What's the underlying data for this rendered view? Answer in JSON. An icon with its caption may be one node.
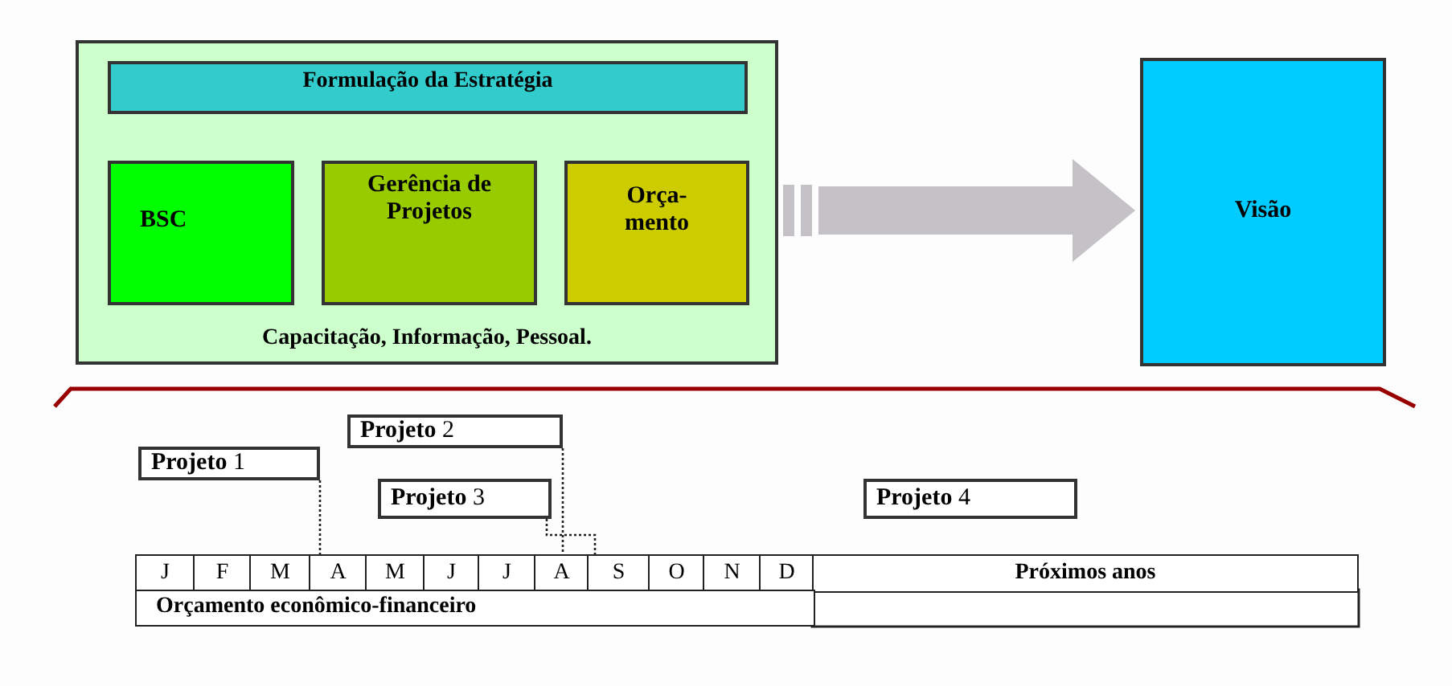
{
  "diagram": {
    "nodes": [
      {
        "text": [
          "Capacitação, Informação, Pessoal."
        ]
      },
      {
        "text": [
          "Formulação da Estratégia"
        ],
        "in": 0
      },
      {
        "text": [
          "BSC"
        ],
        "in": 0
      },
      {
        "text": [
          "Gerência de Projetos"
        ],
        "in": 0
      },
      {
        "text": [
          "Orça- mento"
        ],
        "in": 0
      },
      {
        "text": [
          "Visão"
        ]
      },
      {
        "text": [
          "**Projeto** 1"
        ]
      },
      {
        "text": [
          "**Projeto** 2"
        ]
      },
      {
        "text": [
          "**Projeto** 3"
        ]
      },
      {
        "text": [
          "**Projeto** 4"
        ]
      },
      {
        "text": [
          "J"
        ]
      },
      {
        "text": [
          "F"
        ]
      },
      {
        "text": [
          "M"
        ]
      },
      {
        "text": [
          "A"
        ]
      },
      {
        "text": [
          "M"
        ]
      },
      {
        "text": [
          "J"
        ]
      },
      {
        "text": [
          "J"
        ]
      },
      {
        "text": [
          "A"
        ]
      },
      {
        "text": [
          "S"
        ]
      },
      {
        "text": [
          "O"
        ]
      },
      {
        "text": [
          "N"
        ]
      },
      {
        "text": [
          "D"
        ]
      },
      {
        "text": [
          "Próximos anos"
        ]
      },
      {
        "text": [
          "Orçamento econômico-financeiro"
        ]
      }
    ],
    "edges": [
      {
        "from": 0,
        "to": 5,
        "arrow": "to",
        "style": "thick",
        "color": "#c4c2c6"
      },
      {
        "from": 6,
        "to": 13,
        "arrow": "none",
        "style": "dashed"
      },
      {
        "from": 7,
        "to": 17,
        "arrow": "none",
        "style": "dashed"
      },
      {
        "from": 8,
        "to": 18,
        "arrow": "none",
        "style": "dashed"
      }
    ]
  }
}
